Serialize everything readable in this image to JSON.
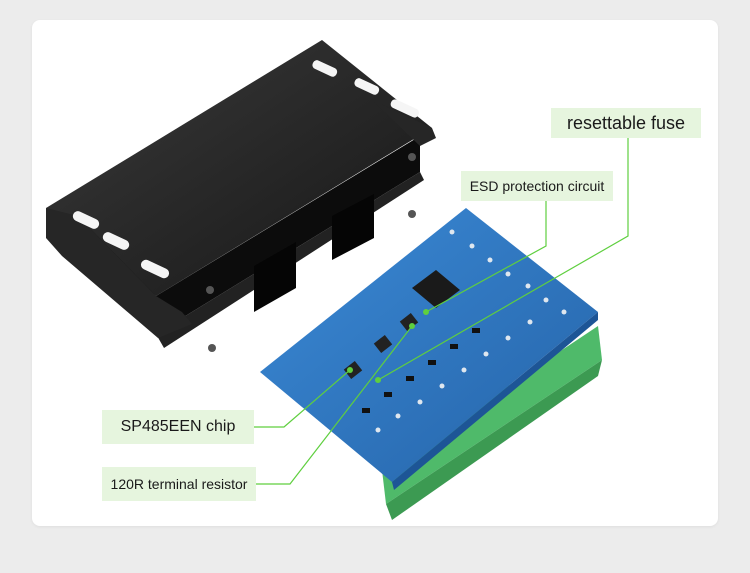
{
  "callouts": {
    "resettable_fuse": "resettable fuse",
    "esd": "ESD protection circuit",
    "sp485": "SP485EEN chip",
    "terminal_resistor": "120R terminal resistor"
  },
  "colors": {
    "background": "#ececec",
    "card": "#ffffff",
    "callout_bg": "#e6f5de",
    "leader_line": "#5fcf3f",
    "pcb": "#2f78c4",
    "terminal": "#4fba6a",
    "enclosure": "#1f1f1f"
  }
}
